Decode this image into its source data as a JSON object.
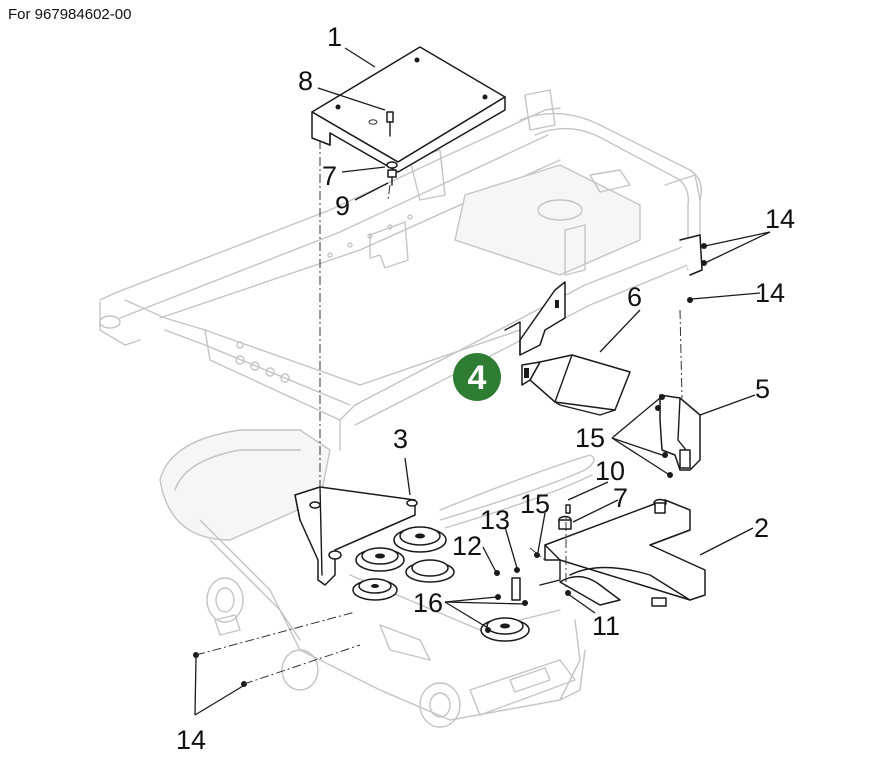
{
  "header": {
    "text": "For 967984602-00"
  },
  "badge": {
    "label": "4",
    "color": "#2e7d32"
  },
  "callouts": {
    "c1": "1",
    "c2": "2",
    "c3": "3",
    "c5": "5",
    "c6": "6",
    "c7a": "7",
    "c7b": "7",
    "c8": "8",
    "c9": "9",
    "c10": "10",
    "c11": "11",
    "c12": "12",
    "c13": "13",
    "c14a": "14",
    "c14b": "14",
    "c14c": "14",
    "c15a": "15",
    "c15b": "15",
    "c16": "16"
  }
}
